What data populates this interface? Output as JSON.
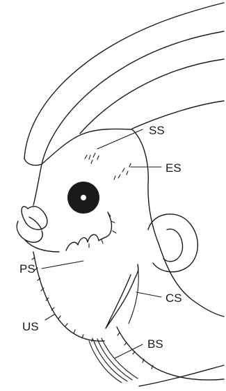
{
  "labels": {
    "ss": "SS",
    "es": "ES",
    "ps": "PS",
    "cs": "CS",
    "us": "US",
    "bs": "BS"
  },
  "colors": {
    "ink": "#1a1a1a",
    "paper": "#ffffff"
  }
}
